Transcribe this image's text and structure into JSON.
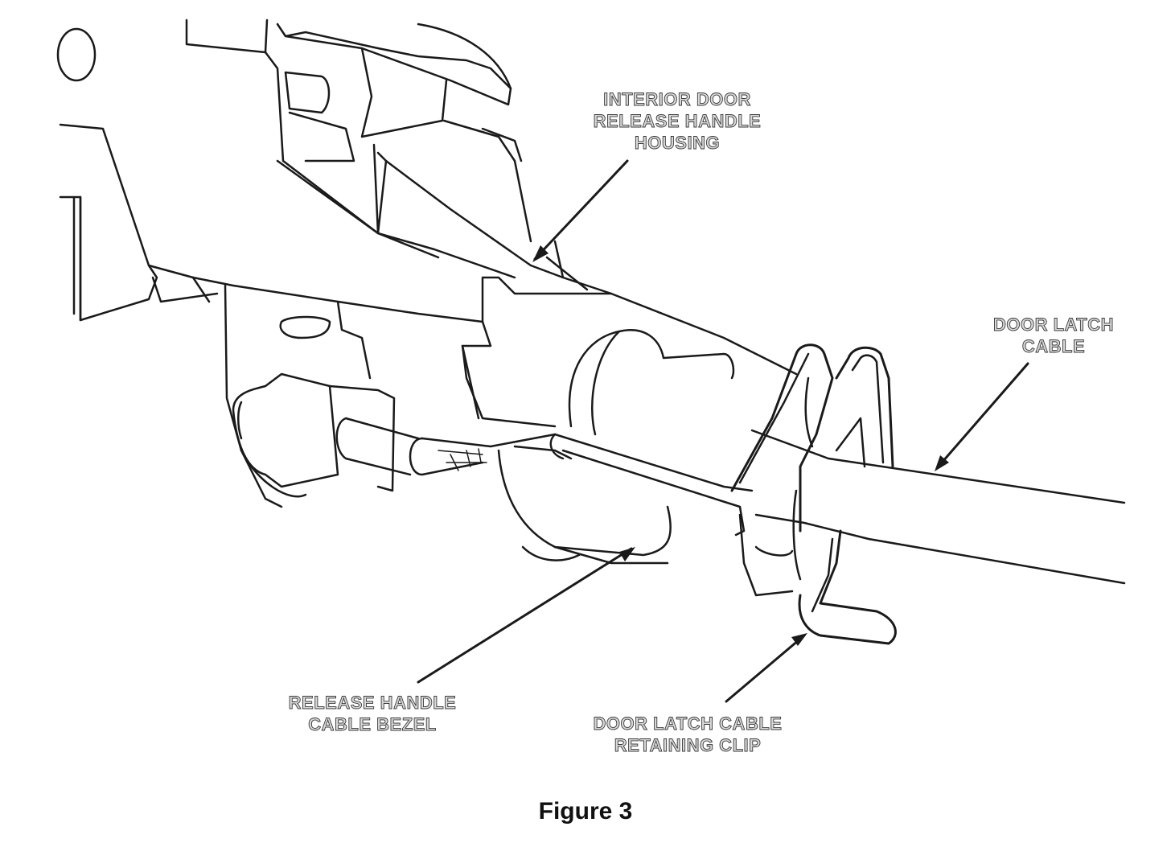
{
  "labels": {
    "housing": [
      "INTERIOR DOOR",
      "RELEASE HANDLE",
      "HOUSING"
    ],
    "door_latch_cable": [
      "DOOR LATCH",
      "CABLE"
    ],
    "bezel": [
      "RELEASE HANDLE",
      "CABLE BEZEL"
    ],
    "clip": [
      "DOOR LATCH CABLE",
      "RETAINING CLIP"
    ]
  },
  "caption": "Figure 3"
}
